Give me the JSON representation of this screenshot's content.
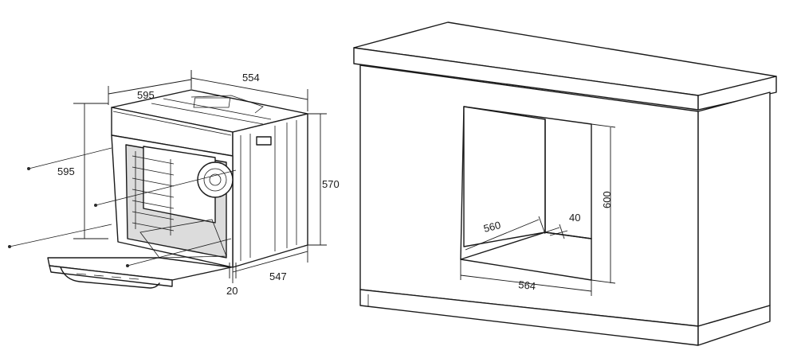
{
  "oven": {
    "dim_width_front": "595",
    "dim_depth_top": "554",
    "dim_height_front": "595",
    "dim_height_side": "570",
    "dim_depth_bottom": "547",
    "dim_door_offset": "20"
  },
  "cabinet": {
    "dim_depth_floor": "560",
    "dim_gap": "40",
    "dim_height_cutout": "600",
    "dim_width_cutout": "564"
  },
  "colors": {
    "line": "#1a1a1a",
    "background": "#ffffff",
    "shade": "#dcdcdc"
  }
}
